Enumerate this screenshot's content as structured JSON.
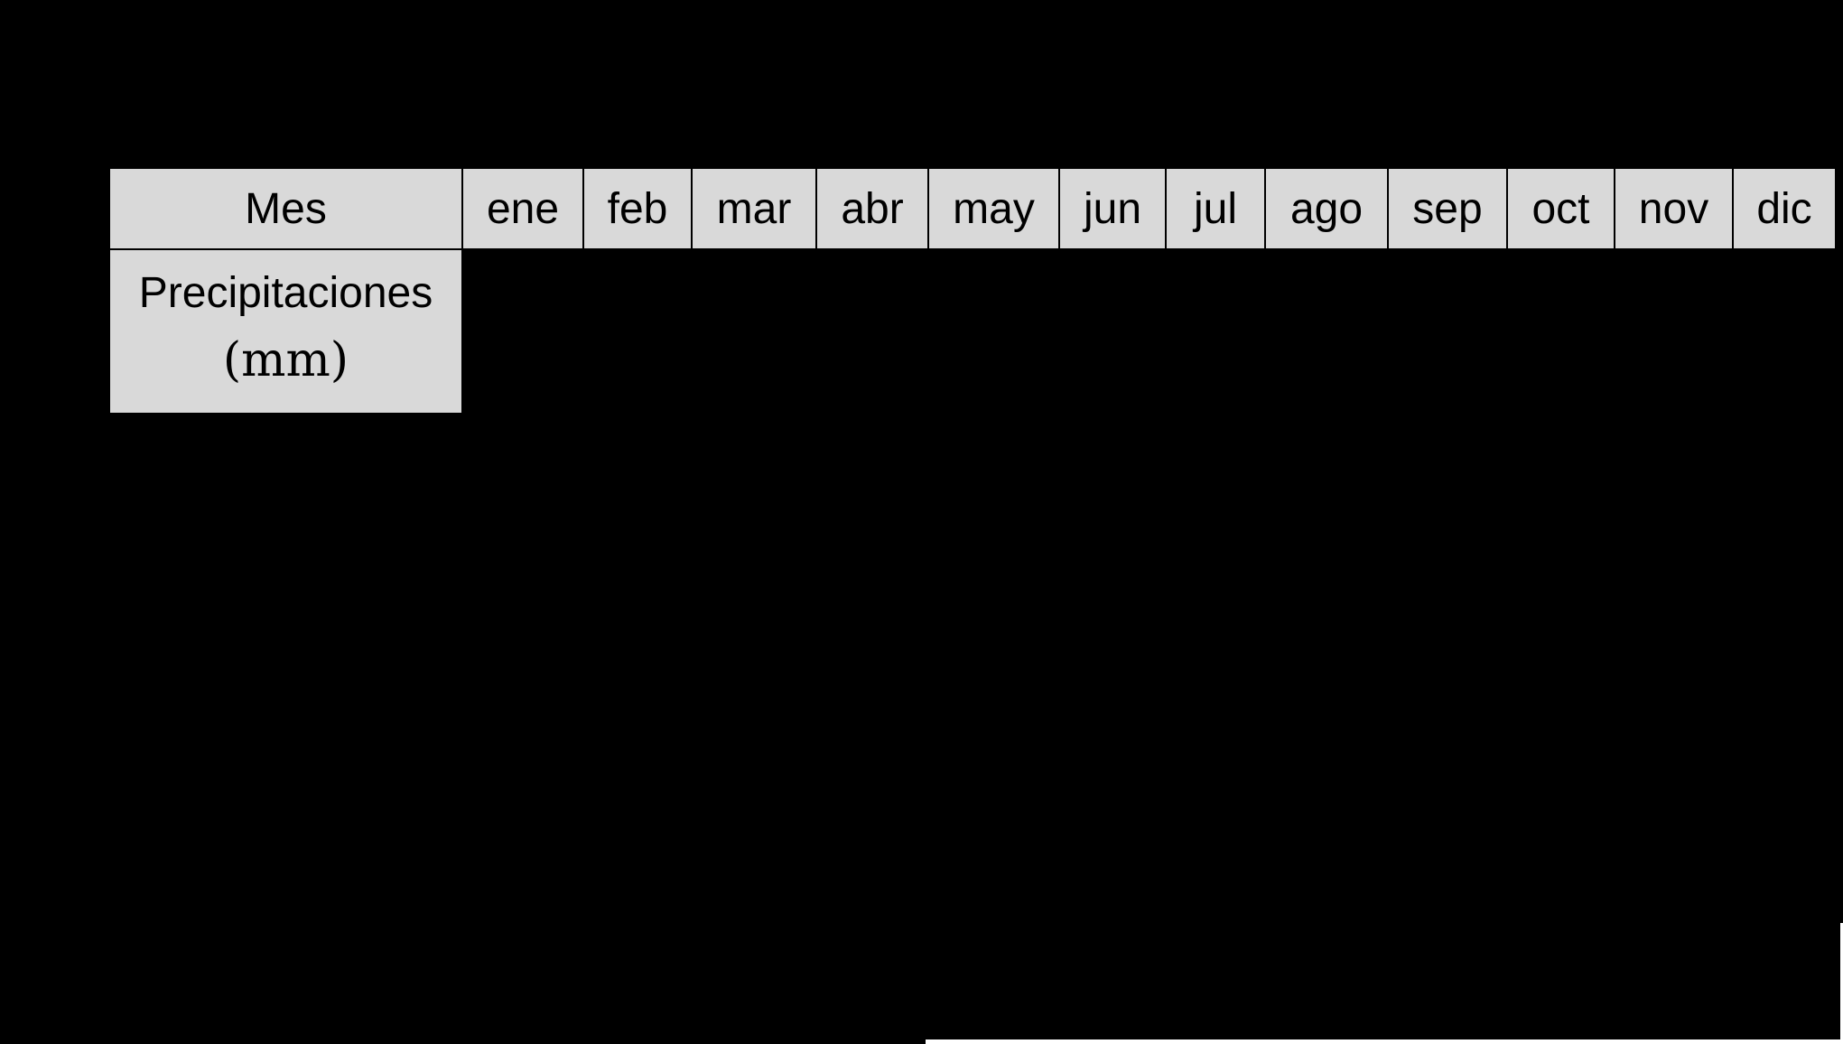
{
  "table": {
    "header_label": "Mes",
    "months": [
      "ene",
      "feb",
      "mar",
      "abr",
      "may",
      "jun",
      "jul",
      "ago",
      "sep",
      "oct",
      "nov",
      "dic"
    ],
    "row_label_line1": "Precipitaciones",
    "row_label_line2": "(mm)",
    "values": [
      "",
      "",
      "",
      "",
      "",
      "",
      "",
      "",
      "",
      "",
      "",
      ""
    ]
  },
  "colors": {
    "page_background": "#000000",
    "cell_background": "#d9d9d9",
    "border": "#000000"
  }
}
